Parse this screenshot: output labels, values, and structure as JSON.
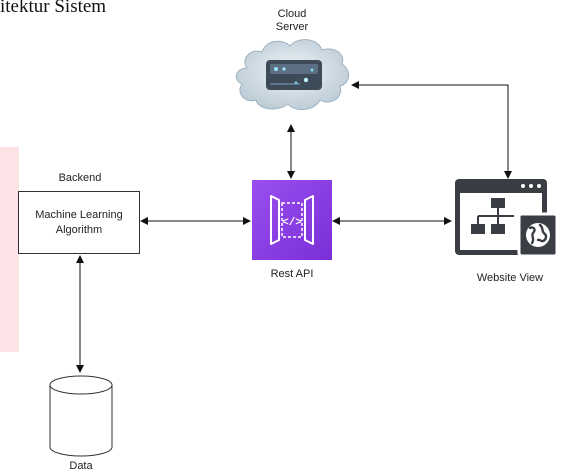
{
  "page_title": "itektur Sistem",
  "nodes": {
    "cloud": {
      "label_line1": "Cloud",
      "label_line2": "Server"
    },
    "backend": {
      "heading": "Backend",
      "box_line1": "Machine Learning",
      "box_line2": "Algorithm"
    },
    "api": {
      "label": "Rest API",
      "icon": "api-gateway-icon",
      "color": "#8b3fe8"
    },
    "website": {
      "label": "Website View",
      "icon": "website-sitemap-icon"
    },
    "data": {
      "label": "Data",
      "icon": "database-cylinder-icon"
    }
  },
  "colors": {
    "api_purple": "#8b3fe8",
    "accent_pink": "#fde3e6",
    "website_dark": "#3a3e44"
  }
}
